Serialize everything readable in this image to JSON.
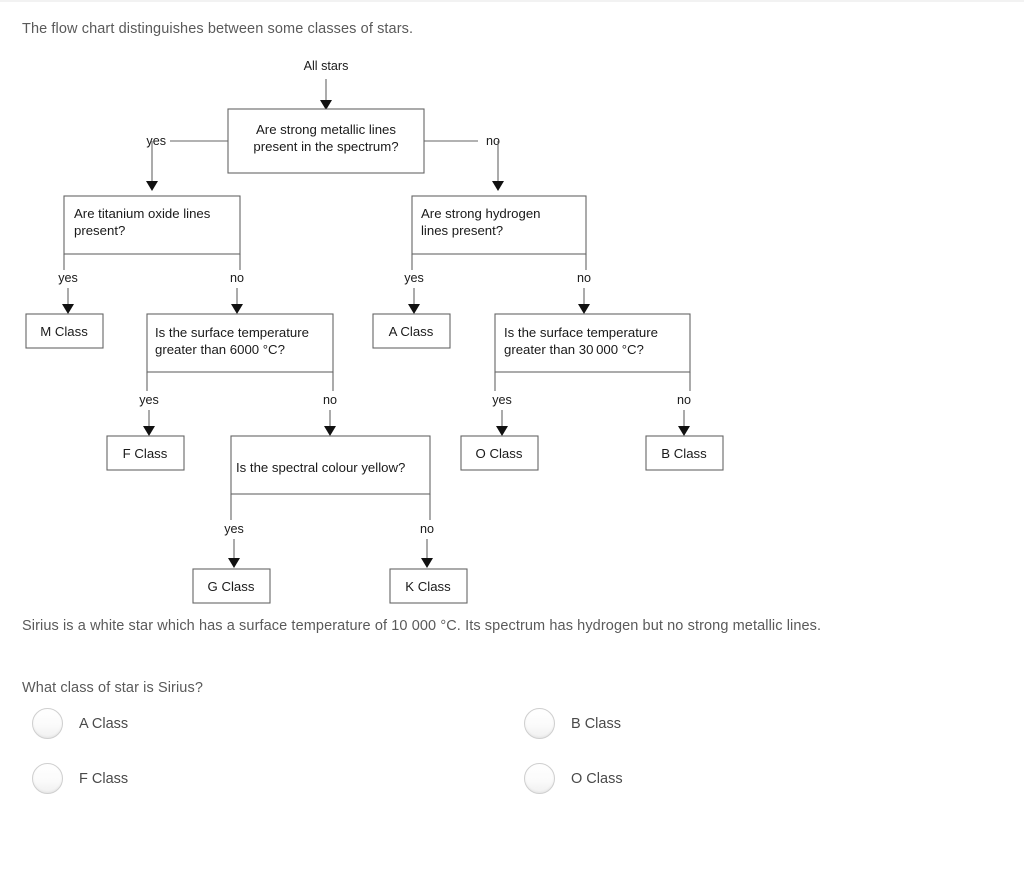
{
  "intro": "The flow chart distinguishes between some classes of stars.",
  "flowchart": {
    "root_label": "All stars",
    "nodes": {
      "q_metallic": "Are strong metallic lines\npresent in the spectrum?",
      "q_metallic_l1": "Are strong metallic lines",
      "q_metallic_l2": "present in the spectrum?",
      "q_titanium_l1": "Are titanium oxide lines",
      "q_titanium_l2": "present?",
      "q_hydrogen_l1": "Are strong hydrogen",
      "q_hydrogen_l2": "lines present?",
      "q_temp6000_l1": "Is the surface temperature",
      "q_temp6000_l2": "greater than 6000  °C?",
      "q_temp30000_l1": "Is the surface temperature",
      "q_temp30000_l2": "greater than 30 000  °C?",
      "q_yellow": "Is the spectral colour yellow?",
      "m_class": "M Class",
      "a_class": "A Class",
      "f_class": "F Class",
      "o_class": "O Class",
      "b_class": "B Class",
      "g_class": "G Class",
      "k_class": "K Class"
    },
    "edge_labels": {
      "yes": "yes",
      "no": "no"
    }
  },
  "sirius_statement": "Sirius is a white star which has a surface temperature of 10 000 °C. Its spectrum has hydrogen but no strong metallic lines.",
  "question": "What class of star is Sirius?",
  "options": [
    {
      "id": "a-class",
      "label": "A Class",
      "column": 1,
      "row": 1,
      "selected": false
    },
    {
      "id": "b-class",
      "label": "B Class",
      "column": 2,
      "row": 1,
      "selected": false
    },
    {
      "id": "f-class",
      "label": "F Class",
      "column": 1,
      "row": 2,
      "selected": false
    },
    {
      "id": "o-class",
      "label": "O Class",
      "column": 2,
      "row": 2,
      "selected": false
    }
  ],
  "colors": {
    "text": "#5a5a5a",
    "diagram_text": "#1a1a1a",
    "box_stroke": "#666666",
    "arrow": "#111111",
    "radio_border": "#cfcfcf",
    "background": "#ffffff"
  }
}
